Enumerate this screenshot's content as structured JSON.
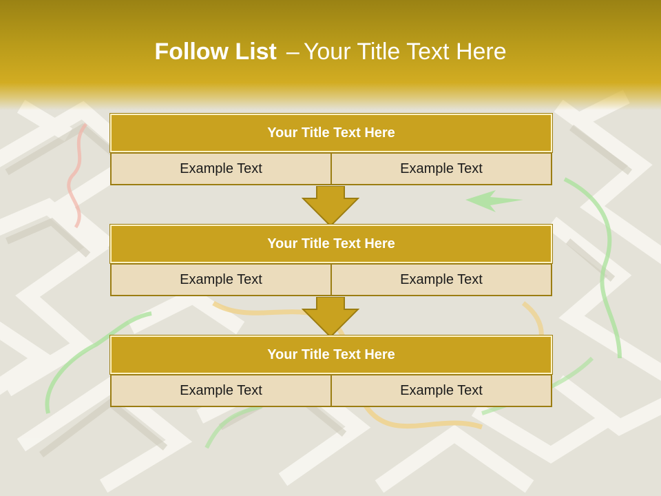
{
  "slide": {
    "title_bold": "Follow List",
    "title_separator": "–",
    "title_rest": "Your Title Text Here"
  },
  "blocks": [
    {
      "title": "Your Title Text Here",
      "left": "Example Text",
      "right": "Example Text"
    },
    {
      "title": "Your Title Text Here",
      "left": "Example Text",
      "right": "Example Text"
    },
    {
      "title": "Your Title Text Here",
      "left": "Example Text",
      "right": "Example Text"
    }
  ],
  "colors": {
    "header_gold": "#c9a21f",
    "cell_fill": "#ebdcbc",
    "border": "#9b7d12",
    "title_text": "#ffffff"
  }
}
